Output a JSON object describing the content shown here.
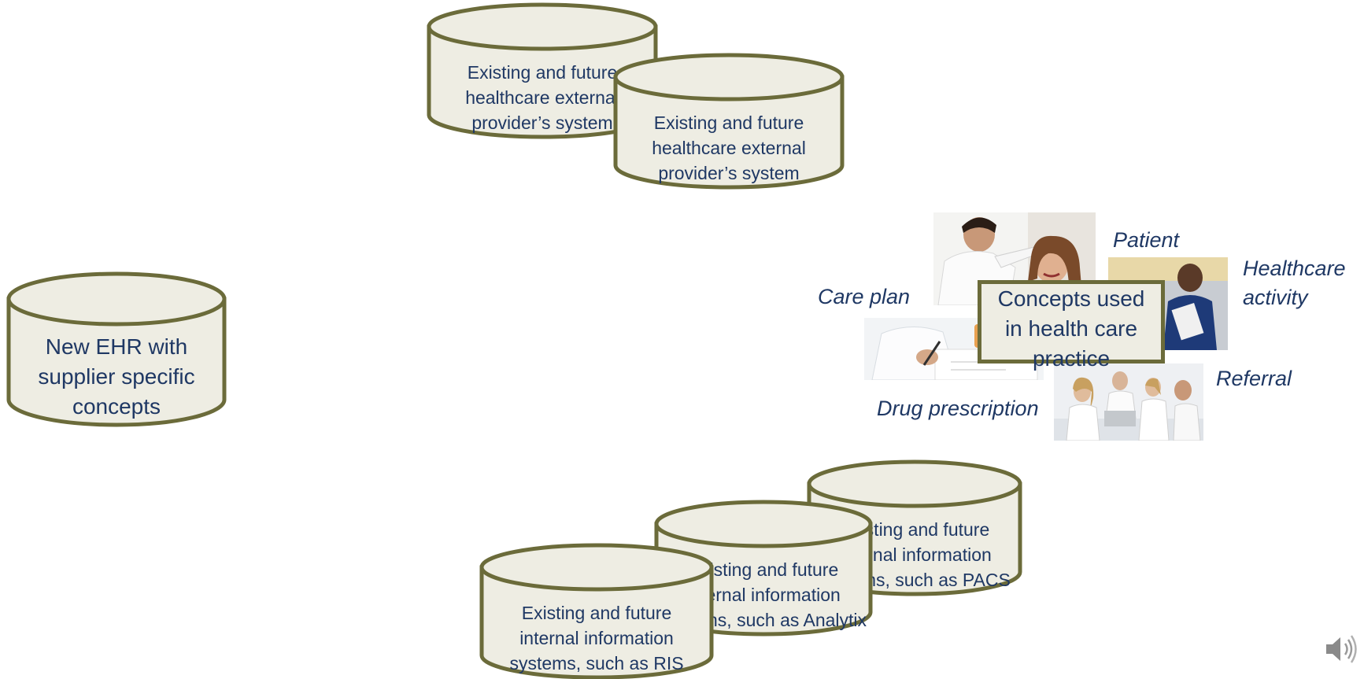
{
  "colors": {
    "cylinder_fill": "#eeede3",
    "cylinder_stroke": "#6b6b3a",
    "text": "#1f3864"
  },
  "external_systems": [
    {
      "text": "Existing and future\nhealthcare external\nprovider’s system"
    },
    {
      "text": "Existing and future\nhealthcare external\nprovider’s system"
    }
  ],
  "new_ehr": {
    "text": "New EHR with\nsupplier specific\nconcepts"
  },
  "internal_systems": [
    {
      "text": "Existing and future\ninternal information\nsystems, such as PACS"
    },
    {
      "text": "Existing and future\ninternal information\nsystems, such as Analytix"
    },
    {
      "text": "Existing and future\ninternal information\nsystems, such as RIS"
    }
  ],
  "concepts": {
    "center": "Concepts used\nin health care\npractice",
    "labels": {
      "patient": "Patient",
      "healthcare_activity": "Healthcare\nactivity",
      "care_plan": "Care plan",
      "referral": "Referral",
      "drug_prescription": "Drug prescription"
    }
  },
  "icons": {
    "speaker": "speaker-icon"
  }
}
